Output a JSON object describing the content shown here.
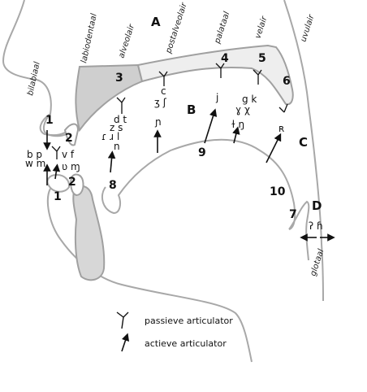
{
  "regions": {
    "a": "A",
    "b": "B",
    "c": "C",
    "d": "D"
  },
  "places": {
    "bilabiaal": "bilabiaal",
    "labiodentaal": "labiodentaal",
    "alveolair": "alveolair",
    "postalveolair": "postalveolair",
    "palataal": "palataal",
    "velair": "velair",
    "uvulair": "uvulair",
    "glotaal": "glotaal"
  },
  "numbers": {
    "n1_upper": "1",
    "n1_lower": "1",
    "n2_upper": "2",
    "n2_lower": "2",
    "n3": "3",
    "n4": "4",
    "n5": "5",
    "n6": "6",
    "n7": "7",
    "n8": "8",
    "n9": "9",
    "n10": "10"
  },
  "ipa": {
    "bilabial_top": "b p",
    "bilabial_bottom": "w m",
    "labiodental_top": "v f",
    "labiodental_bottom": "ʋ ɱ",
    "alveolar_1": "d t",
    "alveolar_2": "z s",
    "alveolar_3": "ɾ ɹ l",
    "alveolar_4": "n",
    "postalveolar_1": "c",
    "postalveolar_2": "ʒ ʃ",
    "postalveolar_3": "ɲ",
    "palatal": "j",
    "velar_1": "g k",
    "velar_2": "ɣ χ",
    "velar_3": "ɫ ŋ",
    "uvular": "ʀ",
    "glottal": "ʔ ɦ"
  },
  "legend": {
    "passive": "passieve articulator",
    "active": "actieve articulator"
  }
}
